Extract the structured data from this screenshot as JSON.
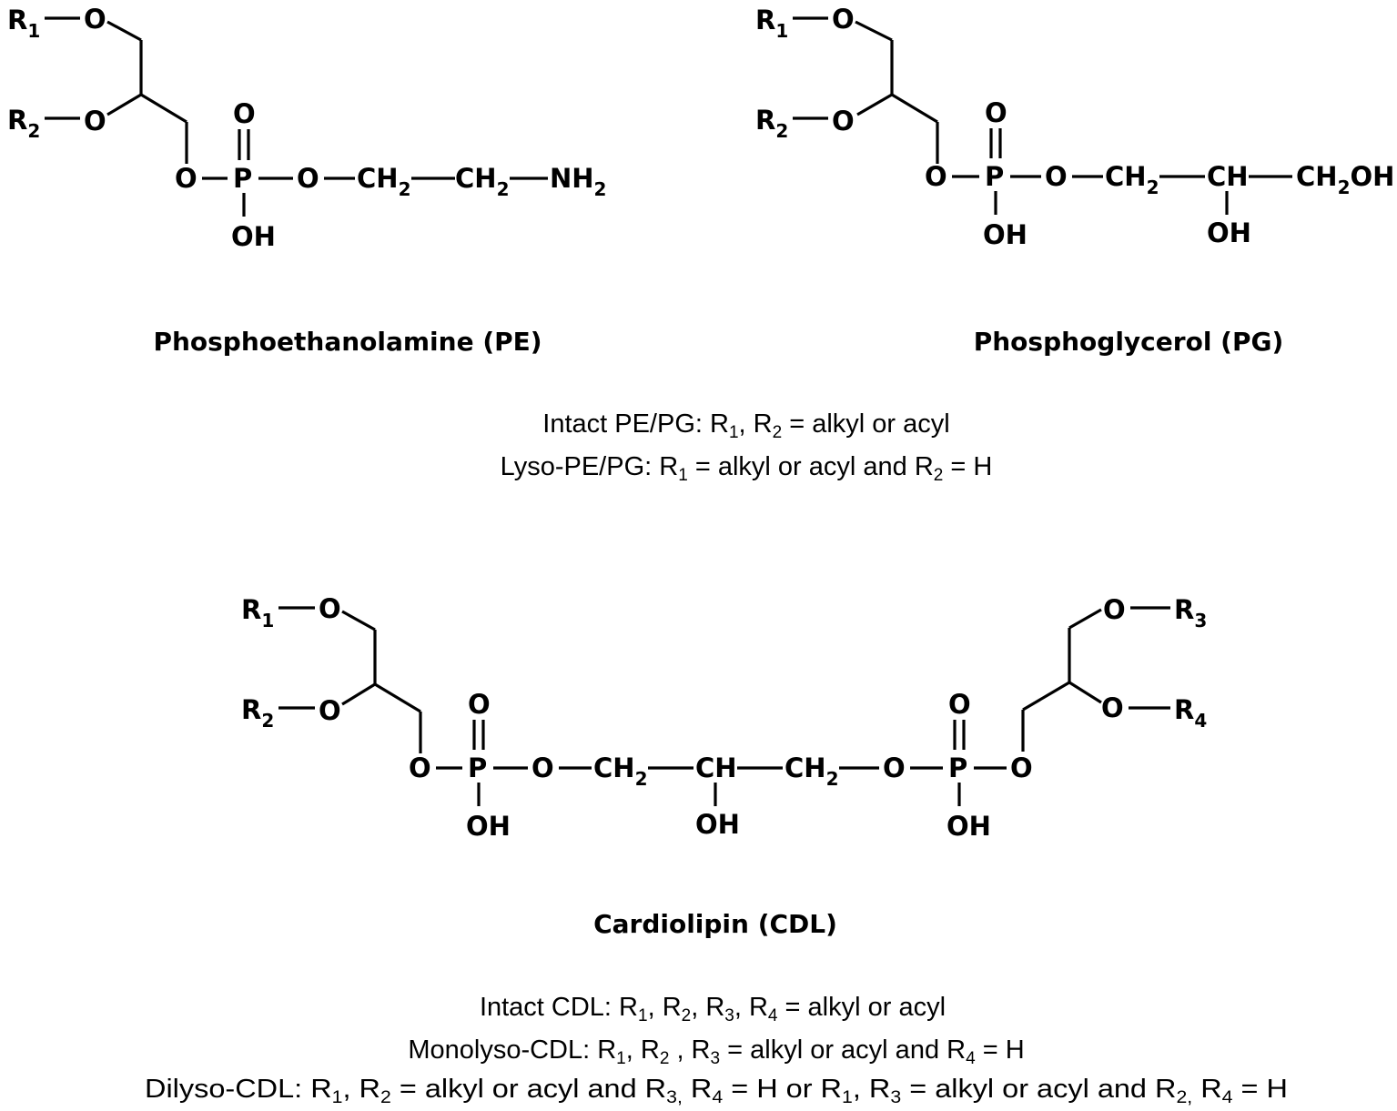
{
  "atoms": {
    "r1": "R",
    "r2": "R",
    "r3": "R",
    "r4": "R",
    "one": "1",
    "two": "2",
    "three": "3",
    "four": "4",
    "o": "O",
    "p": "P",
    "oh": "OH",
    "ch2": "CH",
    "ch": "CH",
    "nh2": "NH",
    "ch2oh_a": "CH",
    "ch2oh_b": "OH",
    "sub2": "2"
  },
  "captions": {
    "pe": "Phosphoethanolamine (PE)",
    "pg": "Phosphoglycerol (PG)",
    "cdl": "Cardiolipin (CDL)"
  },
  "notes": {
    "pepg_intact": [
      "Intact PE/PG: R",
      "1",
      ", R",
      "2",
      " = alkyl or acyl"
    ],
    "pepg_lyso": [
      "Lyso-PE/PG: R",
      "1",
      " = alkyl or acyl and R",
      "2",
      " = H"
    ],
    "cdl_intact": [
      "Intact CDL: R",
      "1",
      ", R",
      "2",
      ", R",
      "3",
      ", R",
      "4",
      " = alkyl or acyl"
    ],
    "cdl_mono": [
      "Monolyso-CDL: R",
      "1",
      ", R",
      "2",
      " , R",
      "3",
      " = alkyl or acyl and R",
      "4",
      " = H"
    ],
    "cdl_dilyso": [
      "Dilyso-CDL:  R",
      "1",
      ", R",
      "2",
      " = alkyl or acyl and R",
      "3,",
      " R",
      "4",
      " = H or R",
      "1",
      ", R",
      "3",
      " = alkyl or acyl and R",
      "2,",
      " R",
      "4",
      " = H"
    ]
  }
}
